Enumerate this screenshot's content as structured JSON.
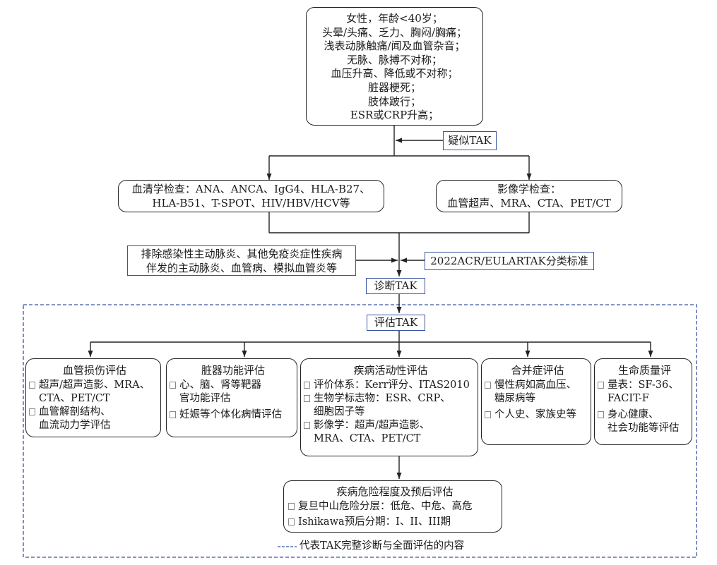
{
  "symptoms_box": {
    "lines": [
      "女性，年龄<40岁；",
      "头晕/头痛、乏力、胸闷/胸痛；",
      "浅表动脉触痛/闻及血管杂音；",
      "无脉、脉搏不对称；",
      "血压升高、降低或不对称；",
      "脏器梗死；",
      "肢体跛行；",
      "ESR或CRP升高；"
    ]
  },
  "suspect_label": "疑似TAK",
  "serology_box": {
    "lines": [
      "血清学检查：ANA、ANCA、IgG4、HLA-B27、",
      "HLA-B51、T-SPOT、HIV/HBV/HCV等"
    ]
  },
  "imaging_box": {
    "lines": [
      "影像学检查：",
      "血管超声、MRA、CTA、PET/CT"
    ]
  },
  "exclusion_box": {
    "lines": [
      "排除感染性主动脉炎、其他免疫炎症性疾病",
      "伴发的主动脉炎、血管病、模拟血管炎等"
    ]
  },
  "criteria_label": "2022ACR/EULARTAK分类标准",
  "diagnosis_label": "诊断TAK",
  "evaluate_label": "评估TAK",
  "assessments": [
    {
      "title": "血管损伤评估",
      "items": [
        [
          "超声/超声造影、MRA、",
          "CTA、PET/CT"
        ],
        [
          "血管解剖结构、",
          "血流动力学评估"
        ]
      ]
    },
    {
      "title": "脏器功能评估",
      "items": [
        [
          "心、脑、肾等靶器",
          "官功能评估"
        ],
        [
          "妊娠等个体化病情评估"
        ]
      ]
    },
    {
      "title": "疾病活动性评估",
      "items": [
        [
          "评价体系：Kerr评分、ITAS2010"
        ],
        [
          "生物学标志物：ESR、CRP、",
          "细胞因子等"
        ],
        [
          "影像学：超声/超声造影、",
          "MRA、CTA、PET/CT"
        ]
      ]
    },
    {
      "title": "合并症评估",
      "items": [
        [
          "慢性病如高血压、",
          "糖尿病等"
        ],
        [
          "个人史、家族史等"
        ]
      ]
    },
    {
      "title": "生命质量评",
      "items": [
        [
          "量表：SF-36、",
          "FACIT-F"
        ],
        [
          "身心健康、",
          "社会功能等评估"
        ]
      ]
    }
  ],
  "risk_box": {
    "title": "疾病危险程度及预后评估",
    "items": [
      [
        "复旦中山危险分层：低危、中危、高危"
      ],
      [
        "Ishikawa预后分期：I、II、III期"
      ]
    ]
  },
  "legend_text": "代表TAK完整诊断与全面评估的内容",
  "colors": {
    "frame": "#3a55a0",
    "line": "#222222"
  }
}
